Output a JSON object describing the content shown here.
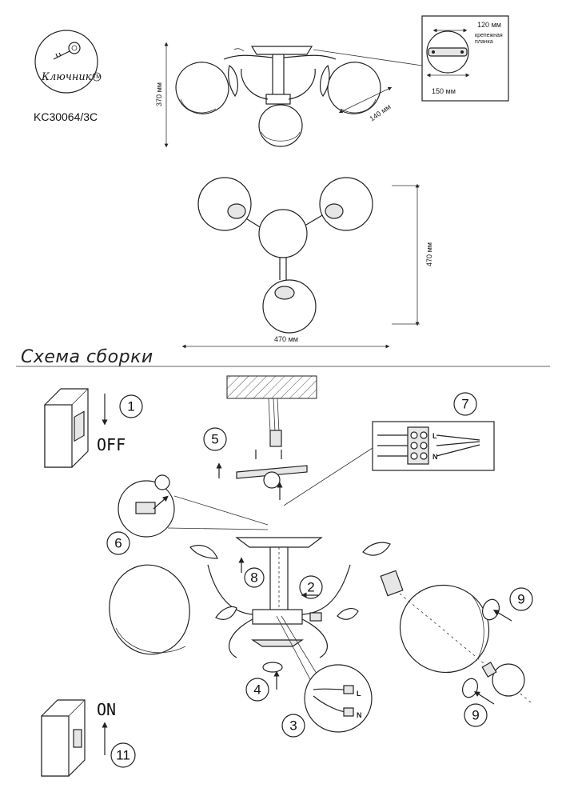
{
  "brand": {
    "logo_text": "Ключник",
    "tm": "TM",
    "model": "KC30064/3C"
  },
  "dimensions": {
    "height": "370 мм",
    "arm": "140 мм",
    "plate_width": "120 мм",
    "plate_label_line1": "крепежная",
    "plate_label_line2": "планка",
    "plate_span": "150 мм",
    "top_view_height": "470 мм",
    "top_view_width": "470 мм"
  },
  "assembly": {
    "title": "Схема сборки",
    "off_label": "OFF",
    "on_label": "ON",
    "live_label": "L",
    "neutral_label": "N",
    "steps": [
      "1",
      "2",
      "3",
      "4",
      "5",
      "6",
      "7",
      "8",
      "9",
      "9",
      "11"
    ]
  }
}
